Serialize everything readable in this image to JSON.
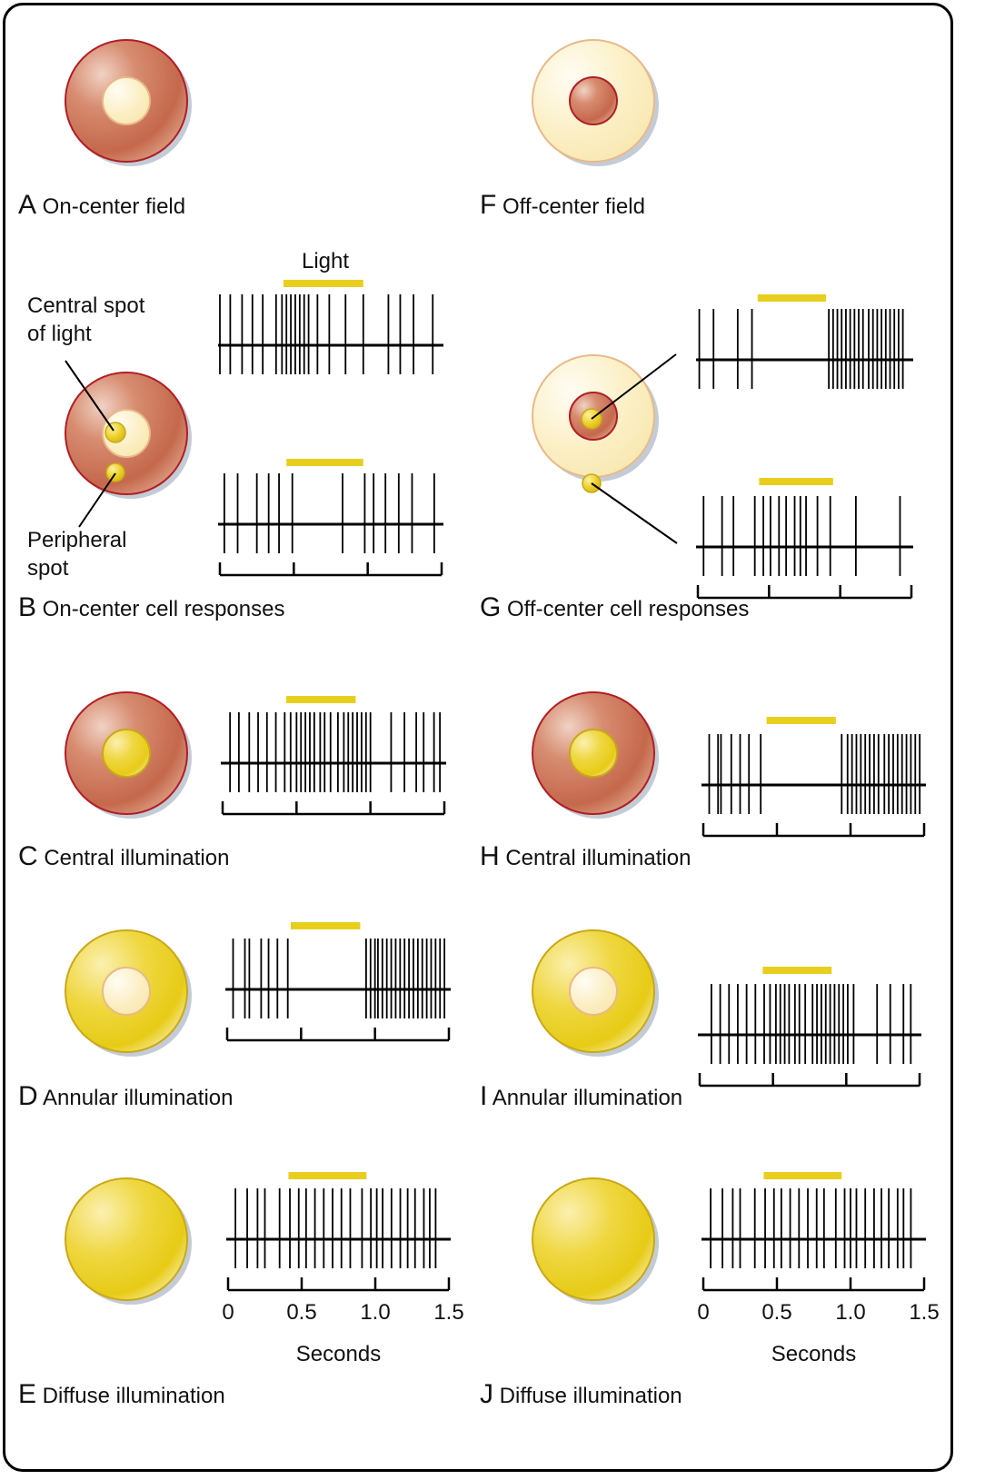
{
  "colors": {
    "field_red": "#c96a50",
    "field_red_border": "#b01e25",
    "field_pale": "#fbf0c6",
    "field_pale_border": "#e8b98a",
    "light_yellow": "#edd21a",
    "light_bar": "#e8cf1e",
    "shadow": "#c3ccd6",
    "spike": "#000000"
  },
  "time_axis": {
    "min": 0,
    "max": 1.5,
    "ticks": [
      "0",
      "0.5",
      "1.0",
      "1.5"
    ],
    "unit_label": "Seconds"
  },
  "light_label": "Light",
  "callouts": {
    "central_line1": "Central spot",
    "central_line2": "of light",
    "peripheral_line1": "Peripheral",
    "peripheral_line2": "spot"
  },
  "panels": {
    "A": {
      "letter": "A",
      "title": "On-center field"
    },
    "B": {
      "letter": "B",
      "title": "On-center cell responses"
    },
    "C": {
      "letter": "C",
      "title": "Central illumination"
    },
    "D": {
      "letter": "D",
      "title": "Annular illumination"
    },
    "E": {
      "letter": "E",
      "title": "Diffuse illumination"
    },
    "F": {
      "letter": "F",
      "title": "Off-center field"
    },
    "G": {
      "letter": "G",
      "title": "Off-center cell responses"
    },
    "H": {
      "letter": "H",
      "title": "Central illumination"
    },
    "I": {
      "letter": "I",
      "title": "Annular illumination"
    },
    "J": {
      "letter": "J",
      "title": "Diffuse illumination"
    }
  },
  "chart_data": {
    "type": "raster",
    "title": "Receptive field responses of on-center and off-center retinal ganglion cells",
    "xlabel": "Seconds",
    "xlim": [
      0,
      1.5
    ],
    "x_ticks": [
      0,
      0.5,
      1.0,
      1.5
    ],
    "light_on_interval_s": [
      0.43,
      0.95
    ],
    "series": [
      {
        "name": "B on-center, central spot",
        "light": [
          0.43,
          0.97
        ],
        "spikes": [
          0.0,
          0.07,
          0.15,
          0.22,
          0.29,
          0.38,
          0.42,
          0.45,
          0.48,
          0.51,
          0.54,
          0.57,
          0.6,
          0.66,
          0.74,
          0.85,
          0.97,
          1.14,
          1.22,
          1.31,
          1.44
        ]
      },
      {
        "name": "B on-center, peripheral spot",
        "light": [
          0.45,
          0.97
        ],
        "spikes": [
          0.03,
          0.12,
          0.25,
          0.33,
          0.4,
          0.49,
          0.83,
          0.98,
          1.04,
          1.12,
          1.21,
          1.3,
          1.45
        ]
      },
      {
        "name": "C on-center, central illumination",
        "light": [
          0.43,
          0.9
        ],
        "spikes": [
          0.05,
          0.11,
          0.18,
          0.24,
          0.3,
          0.36,
          0.42,
          0.46,
          0.5,
          0.53,
          0.56,
          0.59,
          0.62,
          0.66,
          0.69,
          0.73,
          0.78,
          0.82,
          0.85,
          0.88,
          0.91,
          0.94,
          0.97,
          1.0,
          1.14,
          1.23,
          1.31,
          1.36,
          1.43,
          1.47
        ]
      },
      {
        "name": "D on-center, annular illumination",
        "light": [
          0.43,
          0.9
        ],
        "spikes": [
          0.04,
          0.12,
          0.15,
          0.23,
          0.28,
          0.34,
          0.41,
          0.94,
          0.97,
          1.0,
          1.02,
          1.05,
          1.08,
          1.11,
          1.14,
          1.17,
          1.2,
          1.23,
          1.26,
          1.29,
          1.32,
          1.35,
          1.38,
          1.41,
          1.44,
          1.47
        ]
      },
      {
        "name": "E on-center, diffuse illumination",
        "light": [
          0.41,
          0.94
        ],
        "spikes": [
          0.05,
          0.13,
          0.2,
          0.25,
          0.35,
          0.42,
          0.48,
          0.53,
          0.59,
          0.65,
          0.71,
          0.77,
          0.83,
          0.91,
          0.97,
          1.01,
          1.05,
          1.11,
          1.17,
          1.22,
          1.27,
          1.33,
          1.37,
          1.41
        ]
      },
      {
        "name": "G off-center, central spot",
        "light": [
          0.42,
          0.9
        ],
        "spikes": [
          0.01,
          0.11,
          0.28,
          0.38,
          0.92,
          0.95,
          0.98,
          1.01,
          1.04,
          1.07,
          1.1,
          1.13,
          1.16,
          1.2,
          1.23,
          1.26,
          1.29,
          1.32,
          1.35,
          1.38,
          1.41,
          1.44
        ]
      },
      {
        "name": "G off-center, peripheral spot",
        "light": [
          0.43,
          0.95
        ],
        "spikes": [
          0.04,
          0.17,
          0.25,
          0.4,
          0.46,
          0.51,
          0.57,
          0.62,
          0.68,
          0.72,
          0.76,
          0.84,
          0.93,
          1.11,
          1.42
        ]
      },
      {
        "name": "H off-center, central illumination",
        "light": [
          0.43,
          0.9
        ],
        "spikes": [
          0.04,
          0.1,
          0.12,
          0.19,
          0.25,
          0.31,
          0.39,
          0.94,
          0.98,
          1.01,
          1.04,
          1.07,
          1.1,
          1.13,
          1.16,
          1.19,
          1.23,
          1.26,
          1.29,
          1.32,
          1.35,
          1.38,
          1.41,
          1.44,
          1.47
        ]
      },
      {
        "name": "I off-center, annular illumination",
        "light": [
          0.43,
          0.9
        ],
        "spikes": [
          0.08,
          0.14,
          0.2,
          0.26,
          0.32,
          0.38,
          0.44,
          0.48,
          0.52,
          0.55,
          0.58,
          0.61,
          0.65,
          0.68,
          0.72,
          0.77,
          0.8,
          0.83,
          0.86,
          0.89,
          0.92,
          0.95,
          0.98,
          1.01,
          1.05,
          1.21,
          1.3,
          1.39,
          1.44
        ]
      },
      {
        "name": "J off-center, diffuse illumination",
        "light": [
          0.41,
          0.94
        ],
        "spikes": [
          0.05,
          0.13,
          0.2,
          0.25,
          0.35,
          0.42,
          0.48,
          0.53,
          0.59,
          0.65,
          0.71,
          0.77,
          0.82,
          0.9,
          0.96,
          1.0,
          1.04,
          1.1,
          1.16,
          1.21,
          1.26,
          1.32,
          1.36,
          1.41
        ]
      }
    ]
  }
}
